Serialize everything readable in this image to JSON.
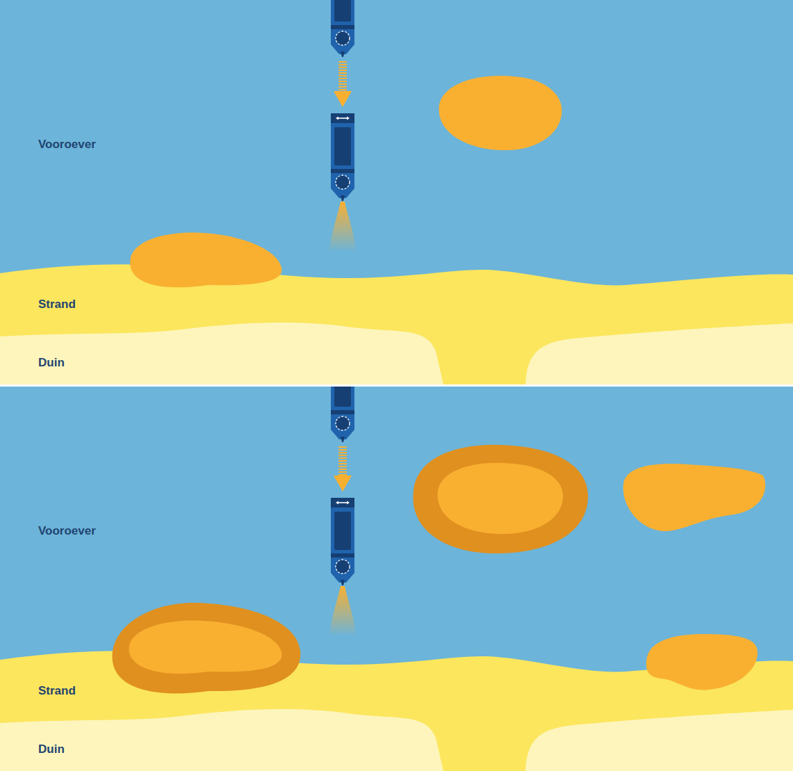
{
  "diagram": {
    "labels": [
      "Vooroever",
      "Strand",
      "Duin",
      "Vooroever",
      "Strand",
      "Duin"
    ]
  }
}
